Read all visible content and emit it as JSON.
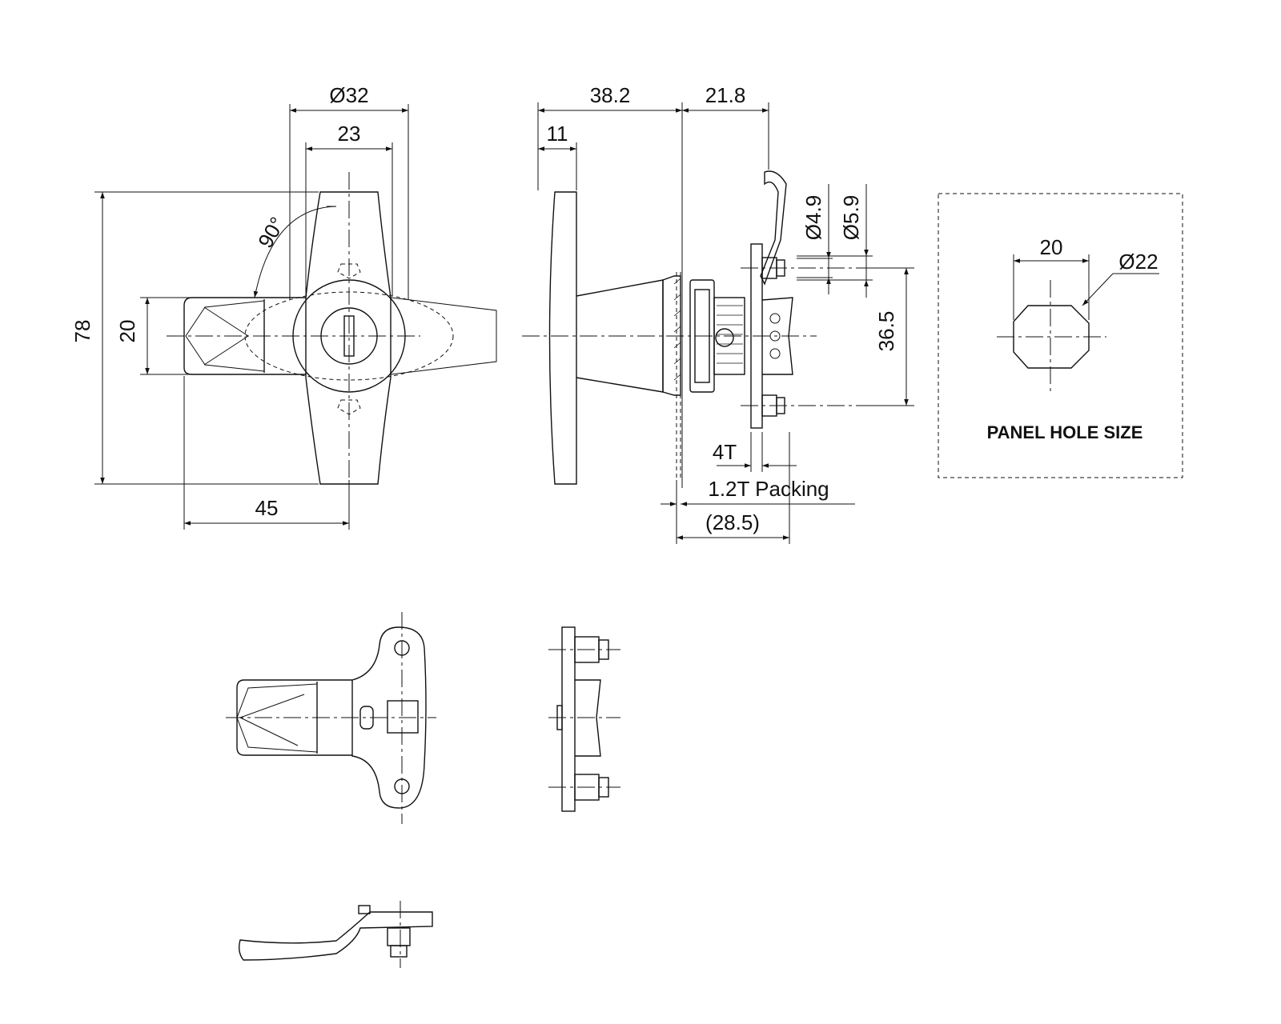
{
  "dimensions": {
    "dia32": "Ø32",
    "w23": "23",
    "h78": "78",
    "h20": "20",
    "w45": "45",
    "angle90": "90°",
    "w38_2": "38.2",
    "w21_8": "21.8",
    "w11": "11",
    "dia4_9": "Ø4.9",
    "dia5_9": "Ø5.9",
    "h36_5": "36.5",
    "t4": "4T",
    "packing": "1.2T Packing",
    "w28_5": "(28.5)",
    "hole20": "20",
    "dia22": "Ø22"
  },
  "panel": {
    "label": "PANEL HOLE SIZE"
  }
}
